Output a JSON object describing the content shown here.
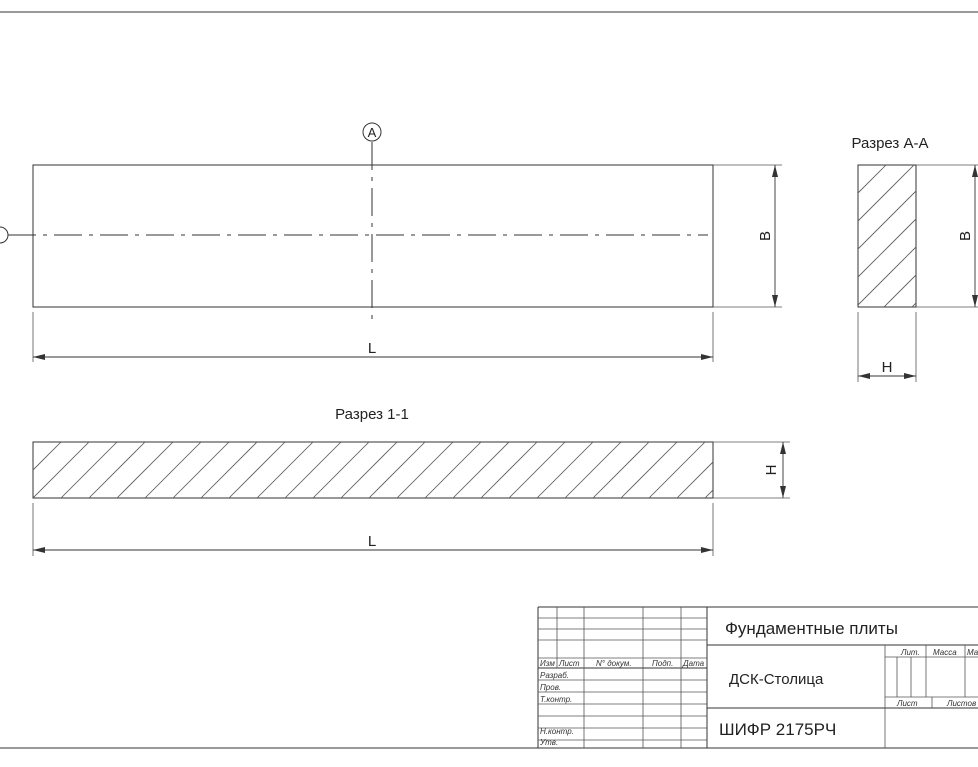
{
  "views": {
    "plan": {
      "dim_length": "L",
      "dim_width": "B",
      "axis_marker_a": "A"
    },
    "section_1_1": {
      "title": "Разрез 1-1",
      "dim_length": "L",
      "dim_height": "H"
    },
    "section_a_a": {
      "title": "Разрез А-А",
      "dim_width": "B",
      "dim_height": "H"
    }
  },
  "title_block": {
    "headers": {
      "izm": "Изм",
      "list": "Лист",
      "doc_no": "N° докум.",
      "sign": "Подп.",
      "date": "Дата"
    },
    "roles": [
      "Разраб.",
      "Пров.",
      "Т.контр.",
      "",
      "Н.контр.",
      "Утв."
    ],
    "title": "Фундаментные плиты",
    "organization": "ДСК-Столица",
    "code": "ШИФР 2175РЧ",
    "lit_label": "Лит.",
    "mass_label": "Масса",
    "scale_label": "Ма",
    "sheet_label": "Лист",
    "sheets_label": "Листов"
  }
}
